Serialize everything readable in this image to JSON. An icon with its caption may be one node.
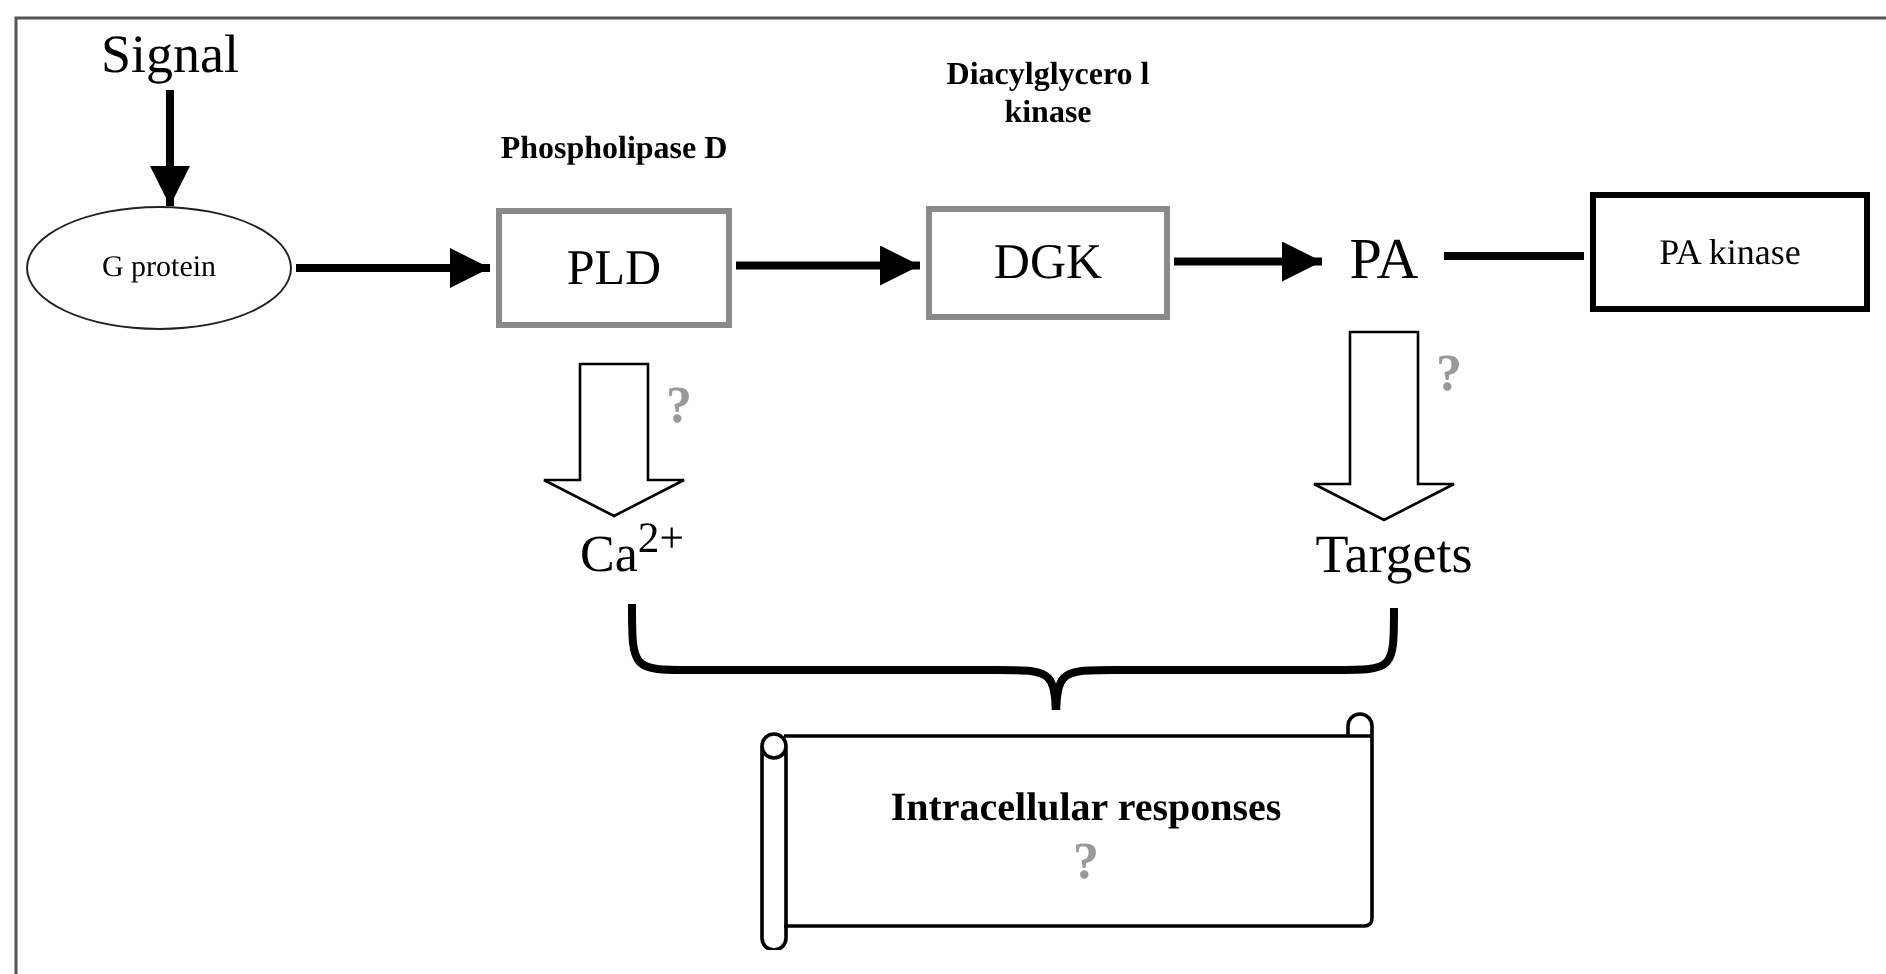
{
  "diagram": {
    "nodes": [
      {
        "text": [
          "Signal"
        ]
      },
      {
        "text": [
          "G protein"
        ]
      },
      {
        "text": [
          "Phospholipase D",
          "PLD"
        ]
      },
      {
        "text": [
          "Diacylglycero l kinase",
          "DGK"
        ]
      },
      {
        "text": [
          "PA"
        ]
      },
      {
        "text": [
          "PA kinase"
        ]
      },
      {
        "text": [
          "Ca$^{2+}$"
        ]
      },
      {
        "text": [
          "Targets"
        ]
      },
      {
        "text": [
          "Intracellular responses",
          "?"
        ]
      }
    ],
    "edges": [
      {
        "from": 0,
        "to": 1,
        "arrow": "to"
      },
      {
        "from": 1,
        "to": 2,
        "arrow": "to"
      },
      {
        "from": 2,
        "to": 3,
        "arrow": "to"
      },
      {
        "from": 3,
        "to": 4,
        "arrow": "to"
      },
      {
        "from": 4,
        "to": 5,
        "arrow": "none"
      },
      {
        "from": 2,
        "to": 6,
        "arrow": "to",
        "label": "?",
        "style": "thick"
      },
      {
        "from": 4,
        "to": 7,
        "arrow": "to",
        "label": "?",
        "style": "thick"
      },
      {
        "from": 6,
        "to": 8,
        "arrow": "none"
      },
      {
        "from": 7,
        "to": 8,
        "arrow": "none"
      }
    ]
  }
}
